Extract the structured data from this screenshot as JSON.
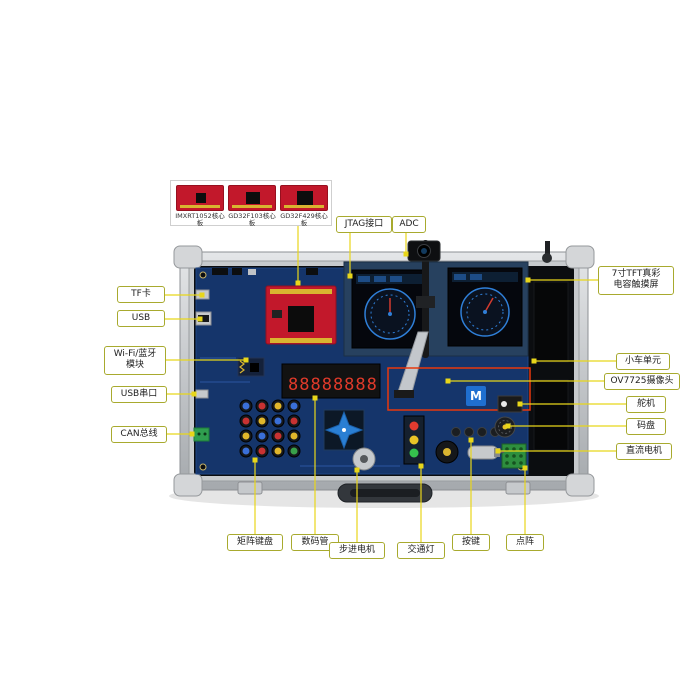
{
  "colors": {
    "callout_border": "#a8aa2e",
    "connector_line": "#e8d61a",
    "car_outline": "#e8380d",
    "pcb_blue": "#15356b",
    "core_board_red": "#c2182b"
  },
  "core_board_panel": {
    "boards": [
      {
        "caption": "IMXRT1052核心板"
      },
      {
        "caption": "GD32F103核心板"
      },
      {
        "caption": "GD32F429核心板"
      }
    ]
  },
  "callouts": {
    "jtag": {
      "label": "JTAG接口"
    },
    "adc": {
      "label": "ADC"
    },
    "tft": {
      "label": "7寸TFT真彩\n电容触摸屏"
    },
    "car_unit": {
      "label": "小车单元"
    },
    "camera": {
      "label": "OV7725摄像头"
    },
    "servo": {
      "label": "舵机"
    },
    "encoder": {
      "label": "码盘"
    },
    "dc_motor": {
      "label": "直流电机"
    },
    "tf_card": {
      "label": "TF卡"
    },
    "usb": {
      "label": "USB"
    },
    "wifi": {
      "label": "Wi-Fi/蓝牙\n模块"
    },
    "usb_serial": {
      "label": "USB串口"
    },
    "can_bus": {
      "label": "CAN总线"
    },
    "matrix_keypad": {
      "label": "矩阵键盘"
    },
    "seven_segment": {
      "label": "数码管"
    },
    "stepper_motor": {
      "label": "步进电机"
    },
    "traffic_light": {
      "label": "交通灯"
    },
    "keys": {
      "label": "按键"
    },
    "dot_matrix": {
      "label": "点阵"
    }
  },
  "board": {
    "seven_segment_value": "88888888",
    "m_logo": "M"
  }
}
